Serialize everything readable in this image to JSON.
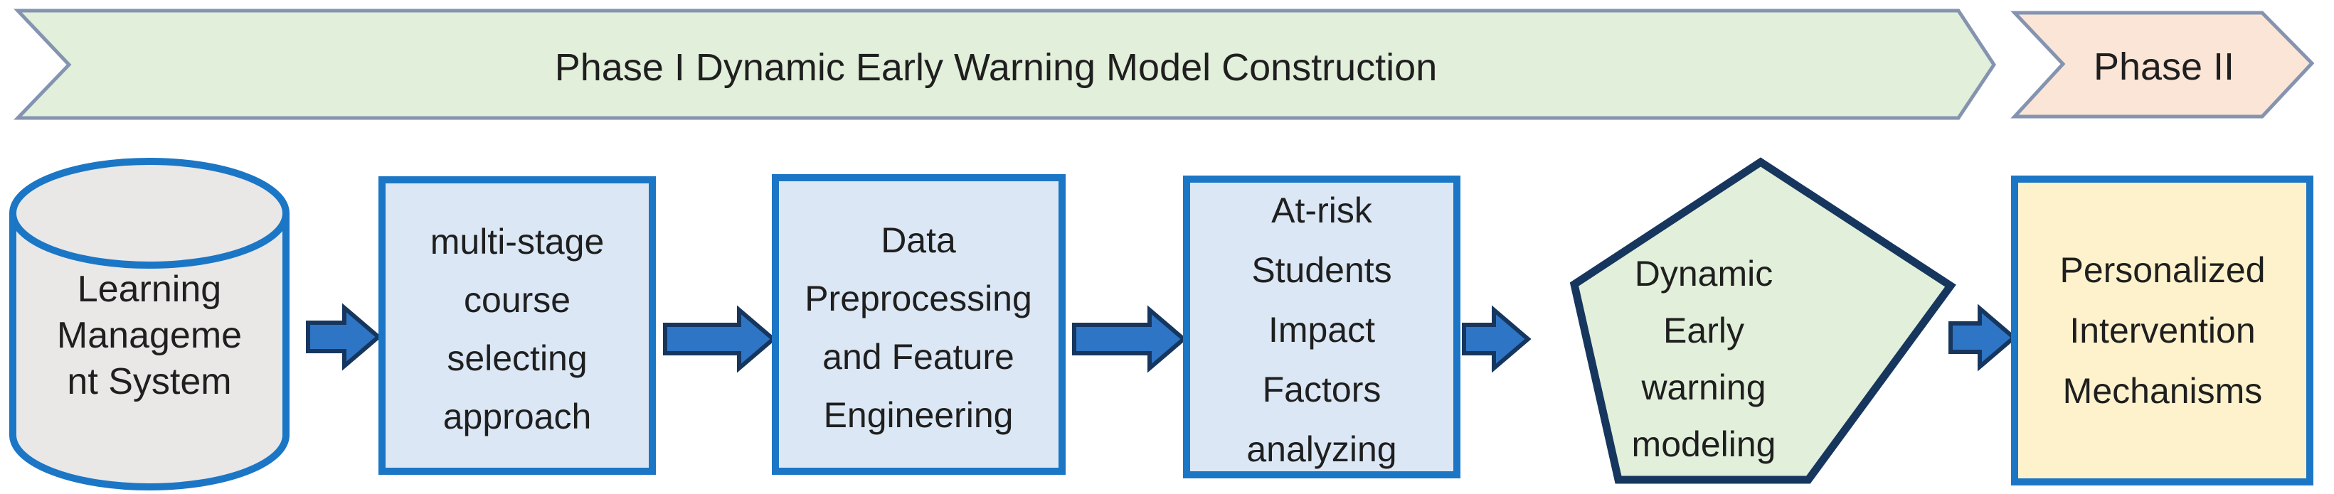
{
  "banners": {
    "phase1": {
      "label": "Phase I Dynamic Early Warning Model Construction"
    },
    "phase2": {
      "label": "Phase II"
    }
  },
  "nodes": {
    "lms": {
      "shape": "cylinder",
      "lines": [
        "Learning",
        "Manageme",
        "nt System"
      ]
    },
    "course_selecting": {
      "shape": "rectangle",
      "lines": [
        "multi-stage",
        "course",
        "selecting",
        "approach"
      ]
    },
    "preprocessing": {
      "shape": "rectangle",
      "lines": [
        "Data",
        "Preprocessing",
        "and Feature",
        "Engineering"
      ]
    },
    "at_risk_analysis": {
      "shape": "rectangle",
      "lines": [
        "At-risk",
        "Students",
        "Impact",
        "Factors",
        "analyzing"
      ]
    },
    "dynamic_modeling": {
      "shape": "pentagon",
      "lines": [
        "Dynamic",
        "Early",
        "warning",
        "modeling"
      ]
    },
    "intervention": {
      "shape": "rectangle",
      "lines": [
        "Personalized",
        "Intervention",
        "Mechanisms"
      ]
    }
  },
  "icons": {
    "flow_arrow": "right-block-arrow"
  },
  "colors": {
    "phase1_fill": "#e2efda",
    "phase2_fill": "#fbe5d6",
    "banner_border": "#8494b0",
    "process_box_fill": "#dbe7f4",
    "process_box_border": "#1b76c6",
    "cylinder_fill": "#e9e8e7",
    "cylinder_border": "#1b76c6",
    "pentagon_fill": "#e2efda",
    "pentagon_border": "#16365e",
    "outcome_box_fill": "#fdf2cc",
    "outcome_box_border": "#1b76c6",
    "arrow_fill": "#2e75c6",
    "arrow_border": "#16365e",
    "text": "#1f1f1f"
  }
}
